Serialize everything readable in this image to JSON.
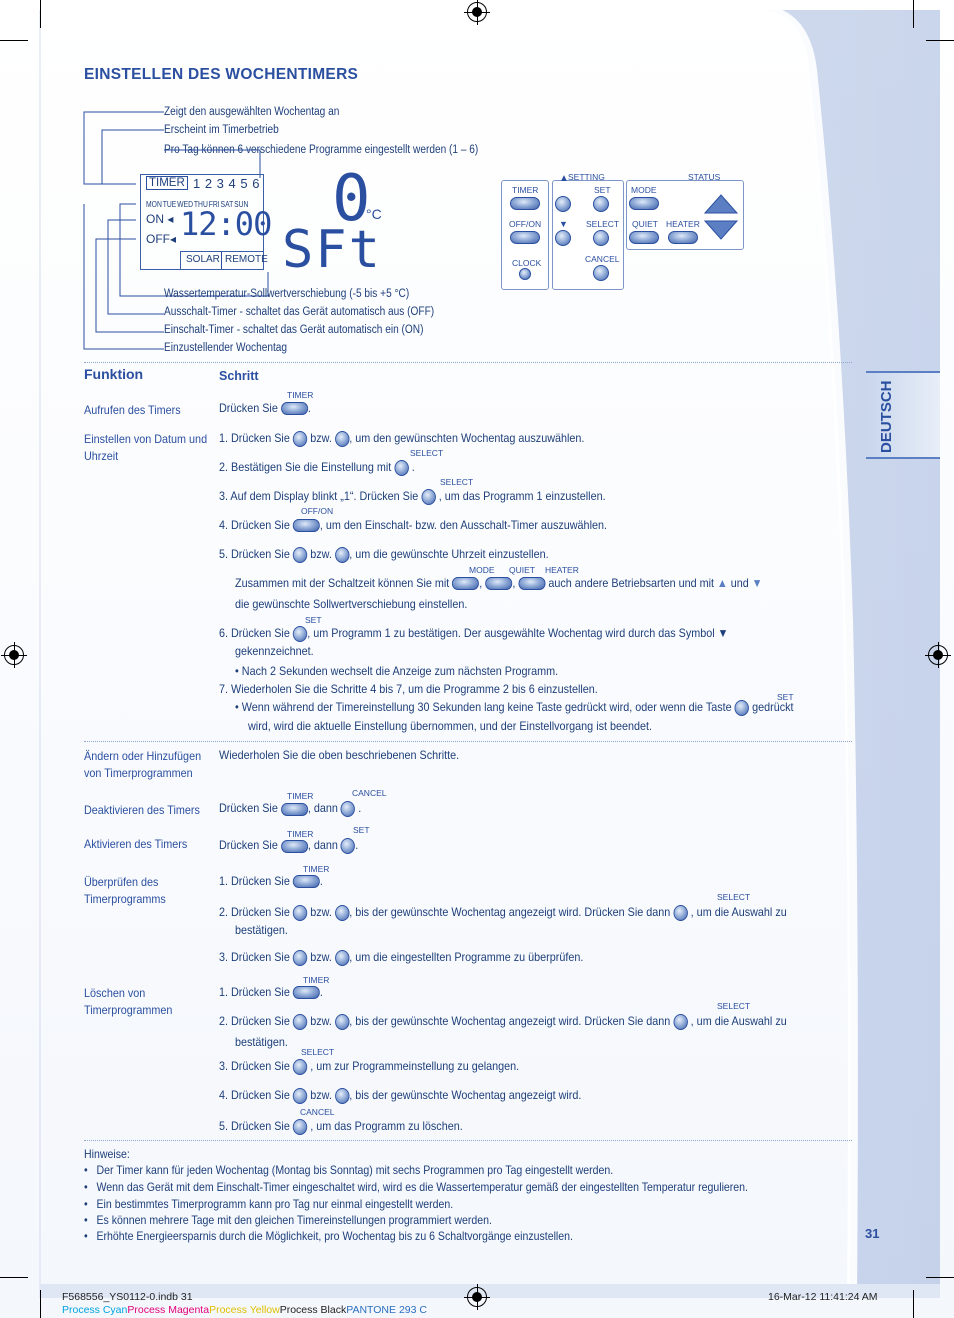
{
  "section_title": "EINSTELLEN DES WOCHENTIMERS",
  "callouts_top": [
    "Zeigt den ausgewählten Wochentag an",
    "Erscheint im Timerbetrieb",
    "Pro Tag können 6 verschiedene Programme eingestellt werden (1 – 6)"
  ],
  "callouts_bottom": [
    "Wassertemperatur-Sollwertverschiebung (-5 bis +5 °C)",
    "Ausschalt-Timer - schaltet das Gerät automatisch aus (OFF)",
    "Einschalt-Timer - schaltet das Gerät automatisch ein (ON)",
    "Einzustellender Wochentag"
  ],
  "lcd": {
    "timer": "TIMER",
    "programs": "1 2 3 4 5 6",
    "days": [
      "MON",
      "TUE",
      "WED",
      "THU",
      "FRI",
      "SAT",
      "SUN"
    ],
    "on": "ON",
    "off": "OFF",
    "big_temp": "0",
    "unit": "°C",
    "clock": "12:00",
    "big_text": "SFt",
    "solar": "SOLAR",
    "remote": "REMOTE"
  },
  "remote": {
    "setting": "SETTING",
    "status": "STATUS",
    "timer": "TIMER",
    "set": "SET",
    "mode": "MODE",
    "offon": "OFF/ON",
    "select": "SELECT",
    "quiet": "QUIET",
    "heater": "HEATER",
    "clock": "CLOCK",
    "cancel": "CANCEL"
  },
  "table": {
    "col_function": "Funktion",
    "col_step": "Schritt"
  },
  "rows": {
    "aufrufen": "Aufrufen des Timers",
    "datum_1": "Einstellen von Datum und",
    "datum_2": "Uhrzeit",
    "aendern_1": "Ändern oder Hinzufügen",
    "aendern_2": "von Timerprogrammen",
    "deaktivieren": "Deaktivieren des Timers",
    "aktivieren": "Aktivieren des Timers",
    "ueberpruefen_1": "Überprüfen des",
    "ueberpruefen_2": "Timerprogramms",
    "loeschen_1": "Löschen von",
    "loeschen_2": "Timerprogrammen"
  },
  "steps": {
    "druecken_sie": "Drücken Sie",
    "bzw": "bzw.",
    "dann": ", dann",
    "s_aufrufen": "Drücken Sie",
    "d1": "1.  Drücken Sie",
    "d1_tail": ", um den gewünschten Wochentag auszuwählen.",
    "d2": "2.  Bestätigen Sie die Einstellung mit",
    "d3": "3.  Auf dem Display blinkt „1“. Drücken Sie",
    "d3_tail": ", um das Programm 1 einzustellen.",
    "d4": "4.  Drücken Sie",
    "d4_tail": ", um den Einschalt- bzw. den Ausschalt-Timer auszuwählen.",
    "d5": "5.  Drücken Sie",
    "d5_tail": ", um die gewünschte Uhrzeit einzustellen.",
    "d5b": "Zusammen mit der Schaltzeit können Sie mit",
    "d5b_mid": "auch andere Betriebsarten und mit",
    "d5b_und": "und",
    "d5c": "die gewünschte Sollwertverschiebung einstellen.",
    "d6": "6.  Drücken Sie",
    "d6_tail": ", um Programm 1 zu bestätigen. Der ausgewählte Wochentag wird durch das Symbol ▼",
    "d6b": "gekennzeichnet.",
    "d6c": "•  Nach 2 Sekunden wechselt die Anzeige zum nächsten Programm.",
    "d7": "7.  Wiederholen Sie die Schritte 4 bis 7, um die Programme 2 bis 6 einzustellen.",
    "d7b": "•  Wenn während der Timereinstellung 30 Sekunden lang keine Taste gedrückt wird, oder wenn die Taste",
    "d7b_tail": "gedrückt",
    "d7c": "wird, wird die aktuelle Einstellung übernommen, und der Einstellvorgang ist beendet.",
    "aendern": "Wiederholen Sie die oben beschriebenen Schritte.",
    "u1": "1.  Drücken Sie",
    "u2": "2.  Drücken Sie",
    "u2_tail": ", bis der gewünschte Wochentag angezeigt wird. Drücken Sie dann",
    "u2_end": ", um die Auswahl zu",
    "u2b": "bestätigen.",
    "u3": "3.  Drücken Sie",
    "u3_tail": ", um die eingestellten Programme zu überprüfen.",
    "l1": "1.  Drücken Sie",
    "l2": "2.  Drücken Sie",
    "l2b": "bestätigen.",
    "l3": "3.  Drücken Sie",
    "l3_tail": ", um zur Programmeinstellung zu gelangen.",
    "l4": "4.  Drücken Sie",
    "l4_tail": ", bis der gewünschte Wochentag angezeigt wird.",
    "l5": "5.  Drücken Sie",
    "l5_tail": ", um das Programm zu löschen.",
    "period": "."
  },
  "btn_labels": {
    "timer": "TIMER",
    "select": "SELECT",
    "offon": "OFF/ON",
    "mode": "MODE",
    "quiet": "QUIET",
    "heater": "HEATER",
    "set": "SET",
    "cancel": "CANCEL"
  },
  "hinweise_title": "Hinweise:",
  "hinweise": [
    "Der Timer kann für jeden Wochentag (Montag bis Sonntag) mit sechs Programmen pro Tag eingestellt werden.",
    "Wenn das Gerät mit dem Einschalt-Timer eingeschaltet wird, wird es die Wassertemperatur gemäß der eingestellten Temperatur regulieren.",
    "Ein bestimmtes Timerprogramm kann pro Tag nur einmal eingestellt werden.",
    "Es können mehrere Tage mit den gleichen Timereinstellungen programmiert werden.",
    "Erhöhte Energieersparnis durch die Möglichkeit, pro Wochentag bis zu 6 Schaltvorgänge einzustellen."
  ],
  "side_tab": "DEUTSCH",
  "page_number": "31",
  "footer": {
    "file": "F568556_YS0112-0.indb   31",
    "date": "16-Mar-12   11:41:24 AM",
    "cyan": "Process Cyan",
    "magenta": "Process Magenta",
    "yellow": "Process Yellow",
    "black": "Process Black",
    "pantone": "PANTONE 293 C"
  },
  "colors": {
    "brand_blue": "#2b4fa0",
    "text_blue": "#1e3f7a",
    "cyan": "#00a3e0",
    "magenta": "#e2007a",
    "yellow": "#f7d100"
  }
}
